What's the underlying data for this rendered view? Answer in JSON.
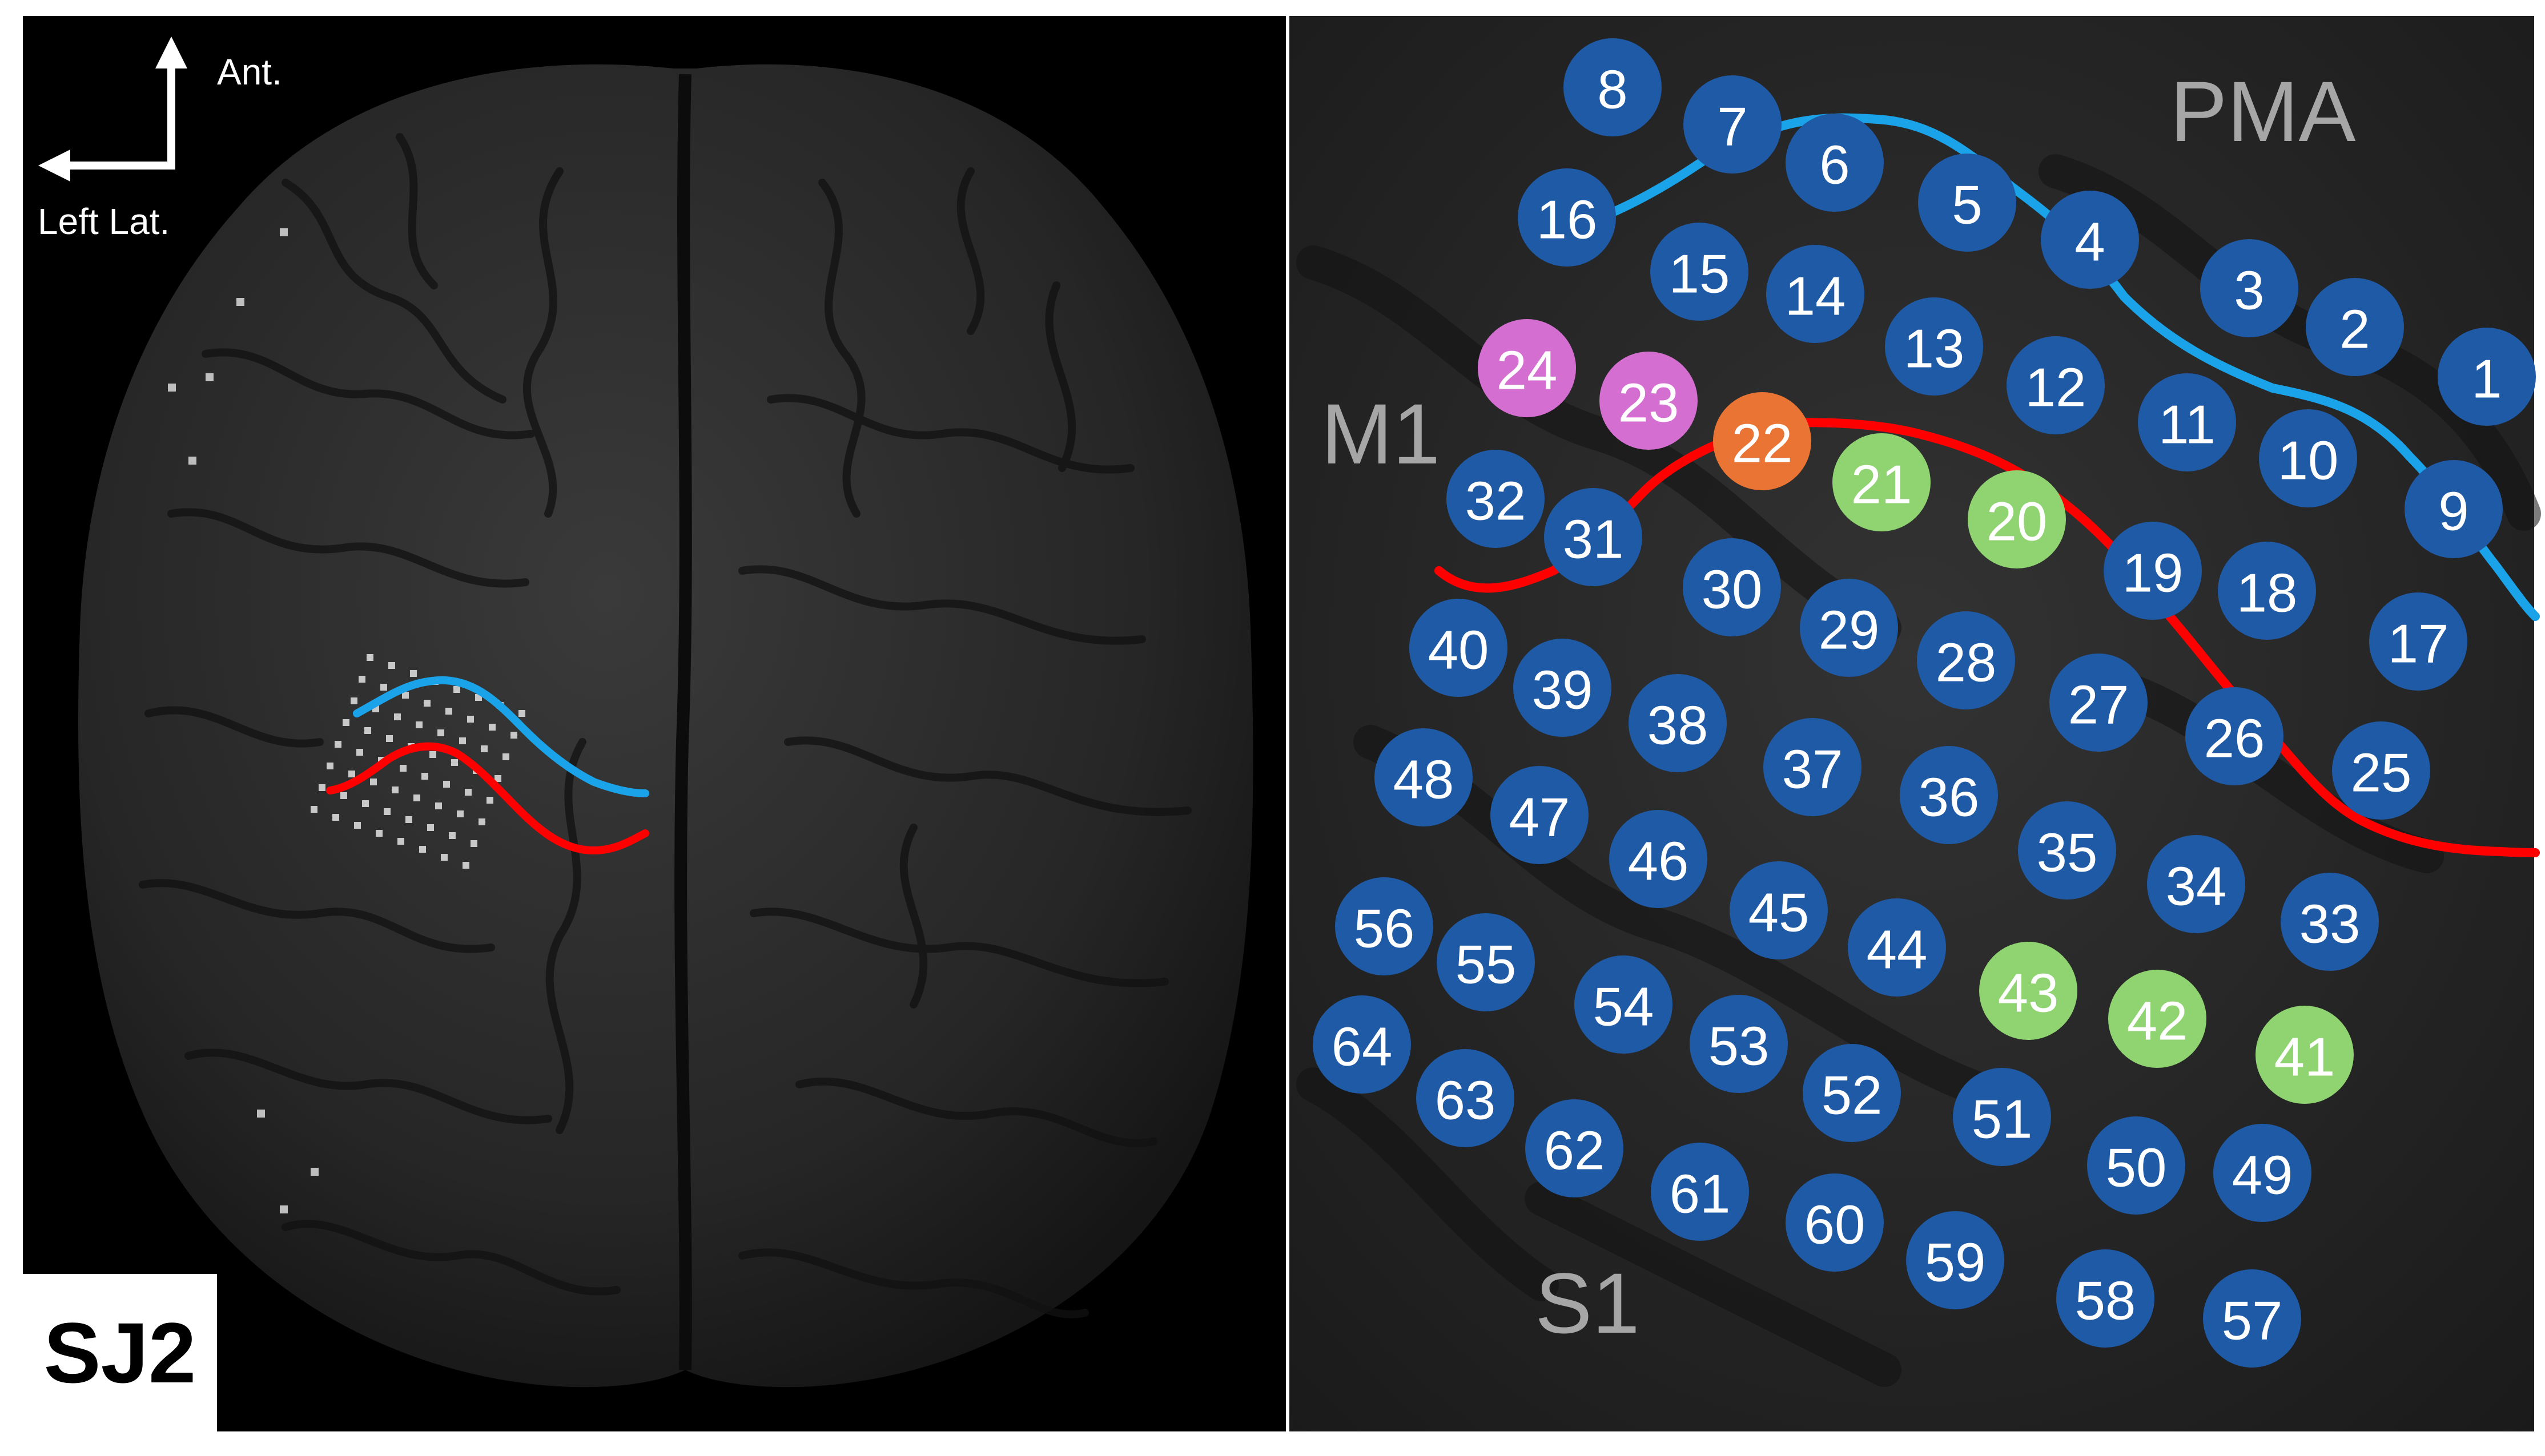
{
  "subject_label": "SJ2",
  "orientation": {
    "anterior_label": "Ant.",
    "lateral_label": "Left Lat."
  },
  "regions": {
    "pma": "PMA",
    "m1": "M1",
    "s1": "S1"
  },
  "colors": {
    "background": "#000000",
    "electrode_default": "#1f5aa6",
    "electrode_pink": "#d46fd1",
    "electrode_orange": "#ea7434",
    "electrode_green": "#8fd470",
    "line_blue": "#1aa3e8",
    "line_red": "#ff0000",
    "brain": "#2a2a2a",
    "cortex_zoom": "#262626"
  },
  "lines": [
    {
      "name": "blue-line",
      "color": "blue"
    },
    {
      "name": "red-line",
      "color": "red"
    }
  ],
  "electrodes": [
    {
      "id": "1",
      "color": "default"
    },
    {
      "id": "2",
      "color": "default"
    },
    {
      "id": "3",
      "color": "default"
    },
    {
      "id": "4",
      "color": "default"
    },
    {
      "id": "5",
      "color": "default"
    },
    {
      "id": "6",
      "color": "default"
    },
    {
      "id": "7",
      "color": "default"
    },
    {
      "id": "8",
      "color": "default"
    },
    {
      "id": "9",
      "color": "default"
    },
    {
      "id": "10",
      "color": "default"
    },
    {
      "id": "11",
      "color": "default"
    },
    {
      "id": "12",
      "color": "default"
    },
    {
      "id": "13",
      "color": "default"
    },
    {
      "id": "14",
      "color": "default"
    },
    {
      "id": "15",
      "color": "default"
    },
    {
      "id": "16",
      "color": "default"
    },
    {
      "id": "17",
      "color": "default"
    },
    {
      "id": "18",
      "color": "default"
    },
    {
      "id": "19",
      "color": "default"
    },
    {
      "id": "20",
      "color": "green"
    },
    {
      "id": "21",
      "color": "green"
    },
    {
      "id": "22",
      "color": "orange"
    },
    {
      "id": "23",
      "color": "pink"
    },
    {
      "id": "24",
      "color": "pink"
    },
    {
      "id": "25",
      "color": "default"
    },
    {
      "id": "26",
      "color": "default"
    },
    {
      "id": "27",
      "color": "default"
    },
    {
      "id": "28",
      "color": "default"
    },
    {
      "id": "29",
      "color": "default"
    },
    {
      "id": "30",
      "color": "default"
    },
    {
      "id": "31",
      "color": "default"
    },
    {
      "id": "32",
      "color": "default"
    },
    {
      "id": "33",
      "color": "default"
    },
    {
      "id": "34",
      "color": "default"
    },
    {
      "id": "35",
      "color": "default"
    },
    {
      "id": "36",
      "color": "default"
    },
    {
      "id": "37",
      "color": "default"
    },
    {
      "id": "38",
      "color": "default"
    },
    {
      "id": "39",
      "color": "default"
    },
    {
      "id": "40",
      "color": "default"
    },
    {
      "id": "41",
      "color": "green"
    },
    {
      "id": "42",
      "color": "green"
    },
    {
      "id": "43",
      "color": "green"
    },
    {
      "id": "44",
      "color": "default"
    },
    {
      "id": "45",
      "color": "default"
    },
    {
      "id": "46",
      "color": "default"
    },
    {
      "id": "47",
      "color": "default"
    },
    {
      "id": "48",
      "color": "default"
    },
    {
      "id": "49",
      "color": "default"
    },
    {
      "id": "50",
      "color": "default"
    },
    {
      "id": "51",
      "color": "default"
    },
    {
      "id": "52",
      "color": "default"
    },
    {
      "id": "53",
      "color": "default"
    },
    {
      "id": "54",
      "color": "default"
    },
    {
      "id": "55",
      "color": "default"
    },
    {
      "id": "56",
      "color": "default"
    },
    {
      "id": "57",
      "color": "default"
    },
    {
      "id": "58",
      "color": "default"
    },
    {
      "id": "59",
      "color": "default"
    },
    {
      "id": "60",
      "color": "default"
    },
    {
      "id": "61",
      "color": "default"
    },
    {
      "id": "62",
      "color": "default"
    },
    {
      "id": "63",
      "color": "default"
    },
    {
      "id": "64",
      "color": "default"
    }
  ]
}
